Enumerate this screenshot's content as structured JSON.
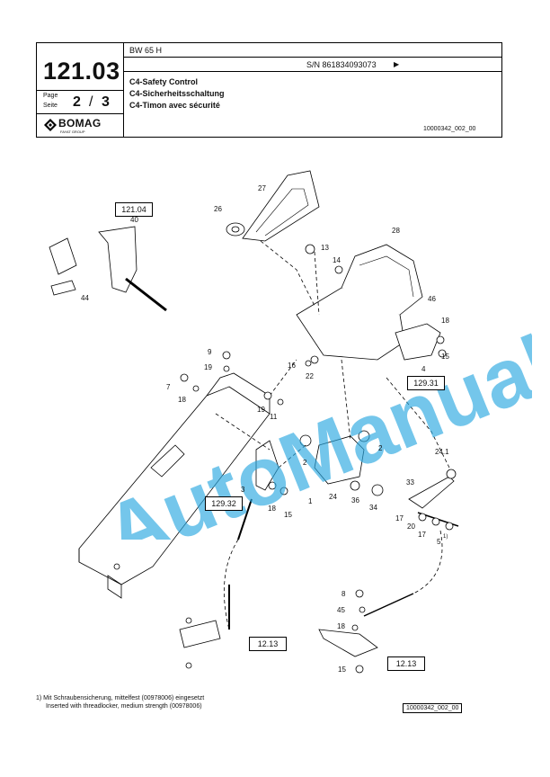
{
  "header": {
    "page_number": "121.03",
    "page_label_top": "Page",
    "page_label_bottom": "Seite",
    "page_current": "2",
    "page_sep": "/",
    "page_total": "3",
    "logo_text": "BOMAG",
    "logo_subtext": "FAYAT GROUP",
    "model": "BW 65 H",
    "serial": "S/N 861834093073",
    "serial_arrow": "▶",
    "title_en": "C4-Safety Control",
    "title_de": "C4-Sicherheitsschaltung",
    "title_fr": "C4-Timon avec sécurité",
    "doc_code": "10000342_002_00"
  },
  "diagram": {
    "reference_boxes": [
      "121.04",
      "129.31",
      "129.32",
      "12.13",
      "12.13"
    ],
    "part_labels": [
      "27",
      "26",
      "40",
      "28",
      "13",
      "14",
      "44",
      "46",
      "18",
      "15",
      "9",
      "19",
      "16",
      "22",
      "4",
      "7",
      "18",
      "19",
      "11",
      "24.1",
      "3",
      "2",
      "2",
      "1",
      "24",
      "36",
      "34",
      "33",
      "18",
      "15",
      "17",
      "20",
      "17",
      "5",
      "1)",
      "8",
      "45",
      "18",
      "15"
    ],
    "watermark": "AutoManual"
  },
  "footnote": {
    "line1": "1) Mit Schraubensicherung, mittelfest (00978006) eingesetzt",
    "line2": "Inserted with threadlocker, medium strength (00978006)"
  },
  "footer_code": "10000342_002_00",
  "colors": {
    "watermark": "#29a8e0",
    "line": "#000000"
  }
}
